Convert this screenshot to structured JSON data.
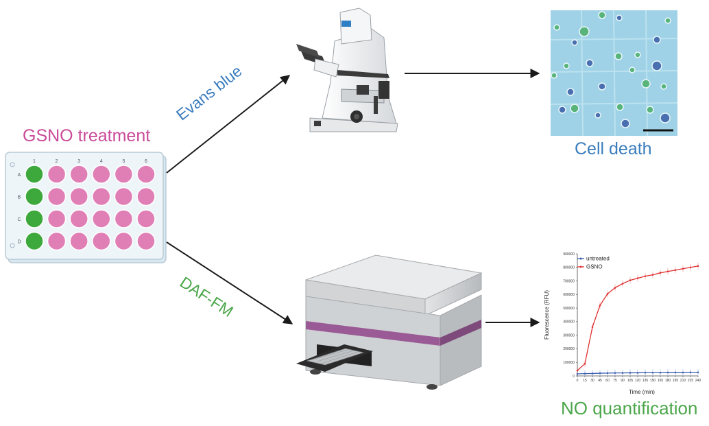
{
  "labels": {
    "plate_title": "GSNO treatment",
    "stain_top": "Evans blue",
    "stain_bottom": "DAF-FM",
    "result_top": "Cell death",
    "result_bottom": "NO quantification"
  },
  "plate": {
    "columns": [
      "1",
      "2",
      "3",
      "4",
      "5",
      "6"
    ],
    "rows": [
      "A",
      "B",
      "C",
      "D"
    ],
    "control_color": "#3da83b",
    "treated_color": "#e07fb6"
  },
  "colors": {
    "stain_top": "#3b7dbd",
    "stain_bottom": "#4ba64a",
    "plate_title": "#c94a98",
    "reader_band": "#9a5a96"
  },
  "chart_data": {
    "type": "line",
    "xlabel": "Time (min)",
    "ylabel": "Fluorescence (RFU)",
    "x": [
      0,
      15,
      30,
      45,
      60,
      75,
      90,
      105,
      120,
      135,
      150,
      165,
      180,
      195,
      210,
      225,
      240
    ],
    "yticks": [
      0,
      100000,
      200000,
      300000,
      400000,
      500000,
      600000,
      700000,
      800000,
      900000
    ],
    "ylim": [
      0,
      900000
    ],
    "xlim": [
      0,
      240
    ],
    "legend": "top-left",
    "series": [
      {
        "name": "untreated",
        "color": "#3a5fb0",
        "values": [
          15000,
          17000,
          18000,
          20000,
          21000,
          22000,
          22000,
          23000,
          23000,
          24000,
          24000,
          24000,
          25000,
          25000,
          25000,
          26000,
          26000
        ]
      },
      {
        "name": "GSNO",
        "color": "#e03030",
        "values": [
          40000,
          90000,
          360000,
          520000,
          605000,
          650000,
          680000,
          705000,
          720000,
          735000,
          745000,
          760000,
          770000,
          780000,
          790000,
          800000,
          810000
        ]
      }
    ]
  }
}
